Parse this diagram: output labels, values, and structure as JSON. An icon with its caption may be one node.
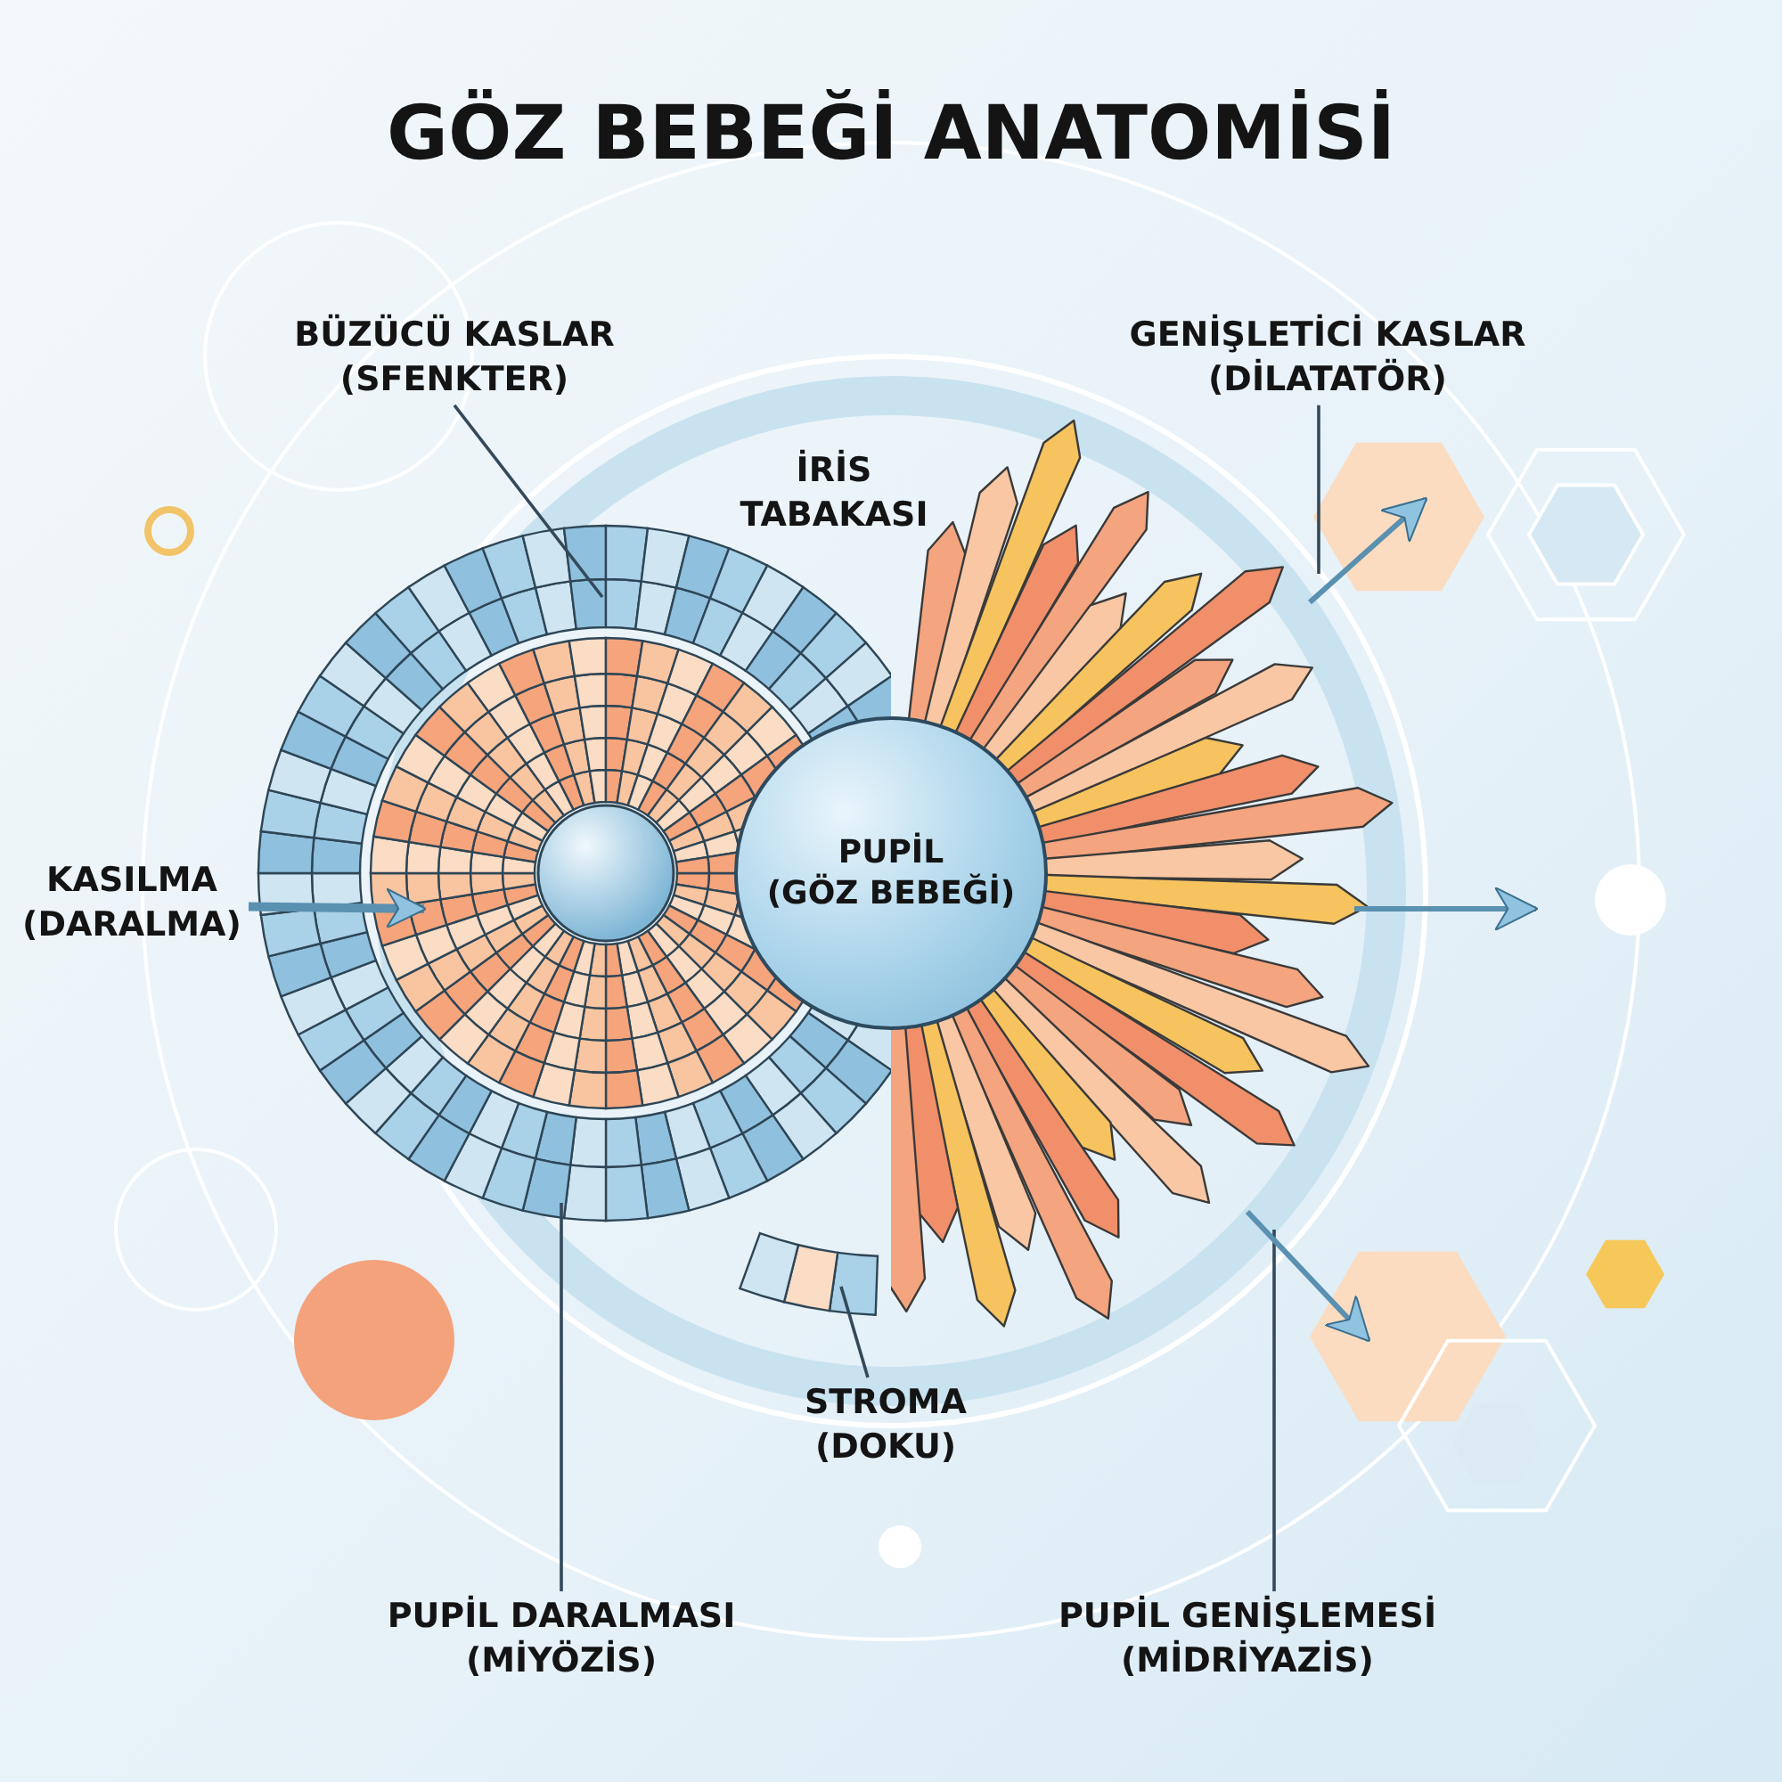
{
  "diagram": {
    "title": "GÖZ BEBEĞİ ANATOMİSİ",
    "nodes": [
      {
        "text": [
          "BÜZÜCÜ KASLAR",
          "(SFENKTER)"
        ]
      },
      {
        "text": [],
        "shape": "picture"
      },
      {
        "text": [
          "GENİŞLETİCİ KASLAR",
          "(DİLATATÖR)"
        ]
      },
      {
        "text": [],
        "shape": "picture"
      },
      {
        "text": [
          "KASILMA",
          "(DARALMA)"
        ]
      },
      {
        "text": [
          "PUPİL",
          "(GÖZ BEBEĞİ)"
        ]
      },
      {
        "text": [
          "STROMA",
          "(DOKU)"
        ]
      },
      {
        "text": [
          "PUPİL DARALMASI",
          "(MİYÖZİS)"
        ]
      },
      {
        "text": [
          "PUPİL GENİŞLEMESİ",
          "(MİDRİYAZİS)"
        ]
      },
      {
        "text": [],
        "shape": "picture"
      }
    ],
    "edges": [
      {
        "from": 0,
        "to": 1,
        "arrow": "none"
      },
      {
        "from": 2,
        "to": 3,
        "arrow": "none"
      },
      {
        "from": 4,
        "to": 1,
        "arrow": "to",
        "style": "thick"
      },
      {
        "from": 6,
        "to": 9,
        "arrow": "none"
      },
      {
        "from": 7,
        "to": 1,
        "arrow": "none"
      },
      {
        "from": 8,
        "to": 3,
        "arrow": "none"
      }
    ],
    "labels": [
      "İRİS TABAKASI"
    ]
  }
}
